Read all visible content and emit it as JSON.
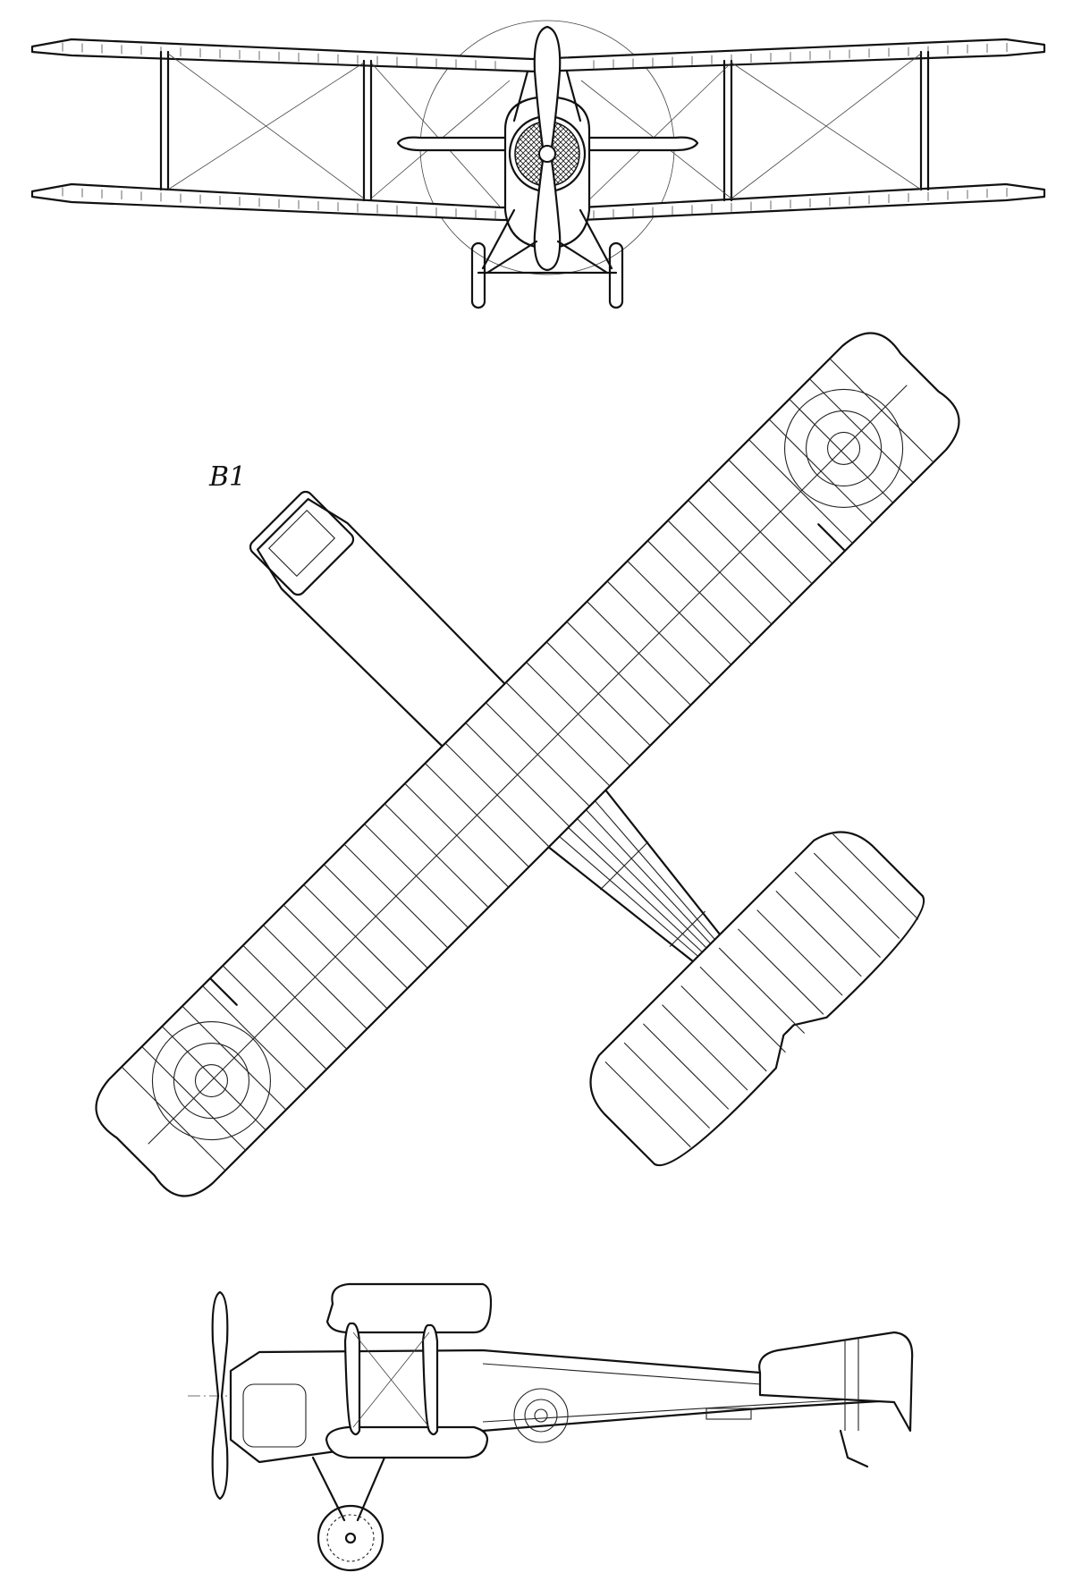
{
  "drawing": {
    "label": "B1",
    "views": [
      "front-view",
      "top-view",
      "side-view"
    ]
  },
  "colors": {
    "ink": "#111111",
    "paper": "#ffffff"
  }
}
